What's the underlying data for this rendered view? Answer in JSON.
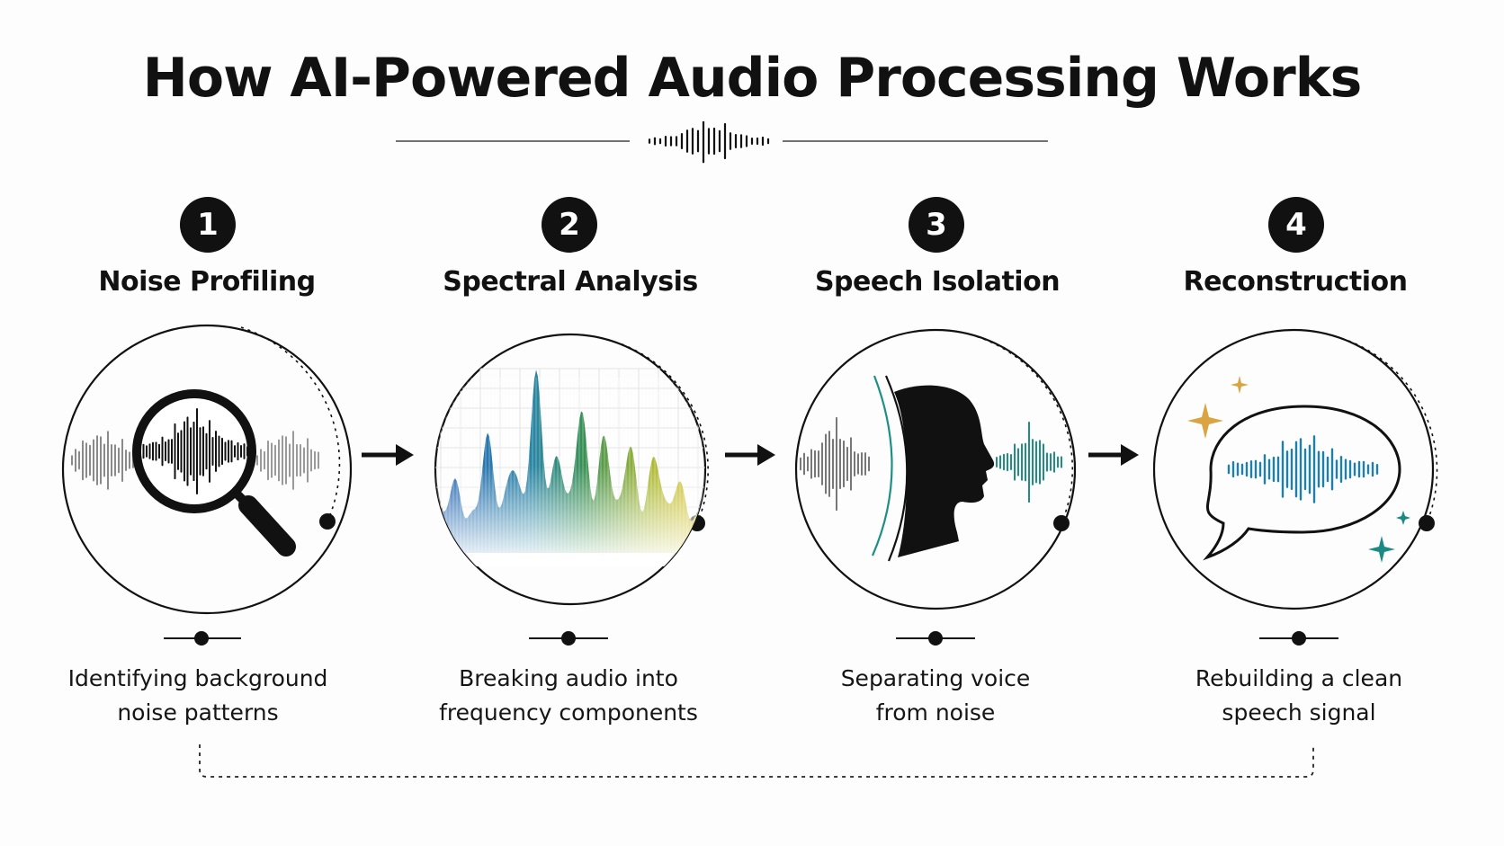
{
  "title": "How AI-Powered Audio Processing Works",
  "steps": [
    {
      "number": "1",
      "title": "Noise Profiling",
      "desc_line1": "Identifying background",
      "desc_line2": "noise patterns",
      "icon": "magnifier-waveform-icon"
    },
    {
      "number": "2",
      "title": "Spectral Analysis",
      "desc_line1": "Breaking audio into",
      "desc_line2": "frequency components",
      "icon": "spectrum-peaks-icon"
    },
    {
      "number": "3",
      "title": "Speech Isolation",
      "desc_line1": "Separating voice",
      "desc_line2": "from noise",
      "icon": "head-voice-icon"
    },
    {
      "number": "4",
      "title": "Reconstruction",
      "desc_line1": "Rebuilding a clean",
      "desc_line2": "speech signal",
      "icon": "speech-bubble-waveform-icon"
    }
  ],
  "colors": {
    "ink": "#111111",
    "spectrum_blue": "#1f5fb3",
    "spectrum_green": "#2f8a4a",
    "spectrum_yellow": "#d9c12a",
    "voice_teal": "#1f8f86",
    "clean_blue": "#1f7fa8",
    "sparkle_gold": "#d9a441",
    "sparkle_teal": "#1c8a84"
  }
}
